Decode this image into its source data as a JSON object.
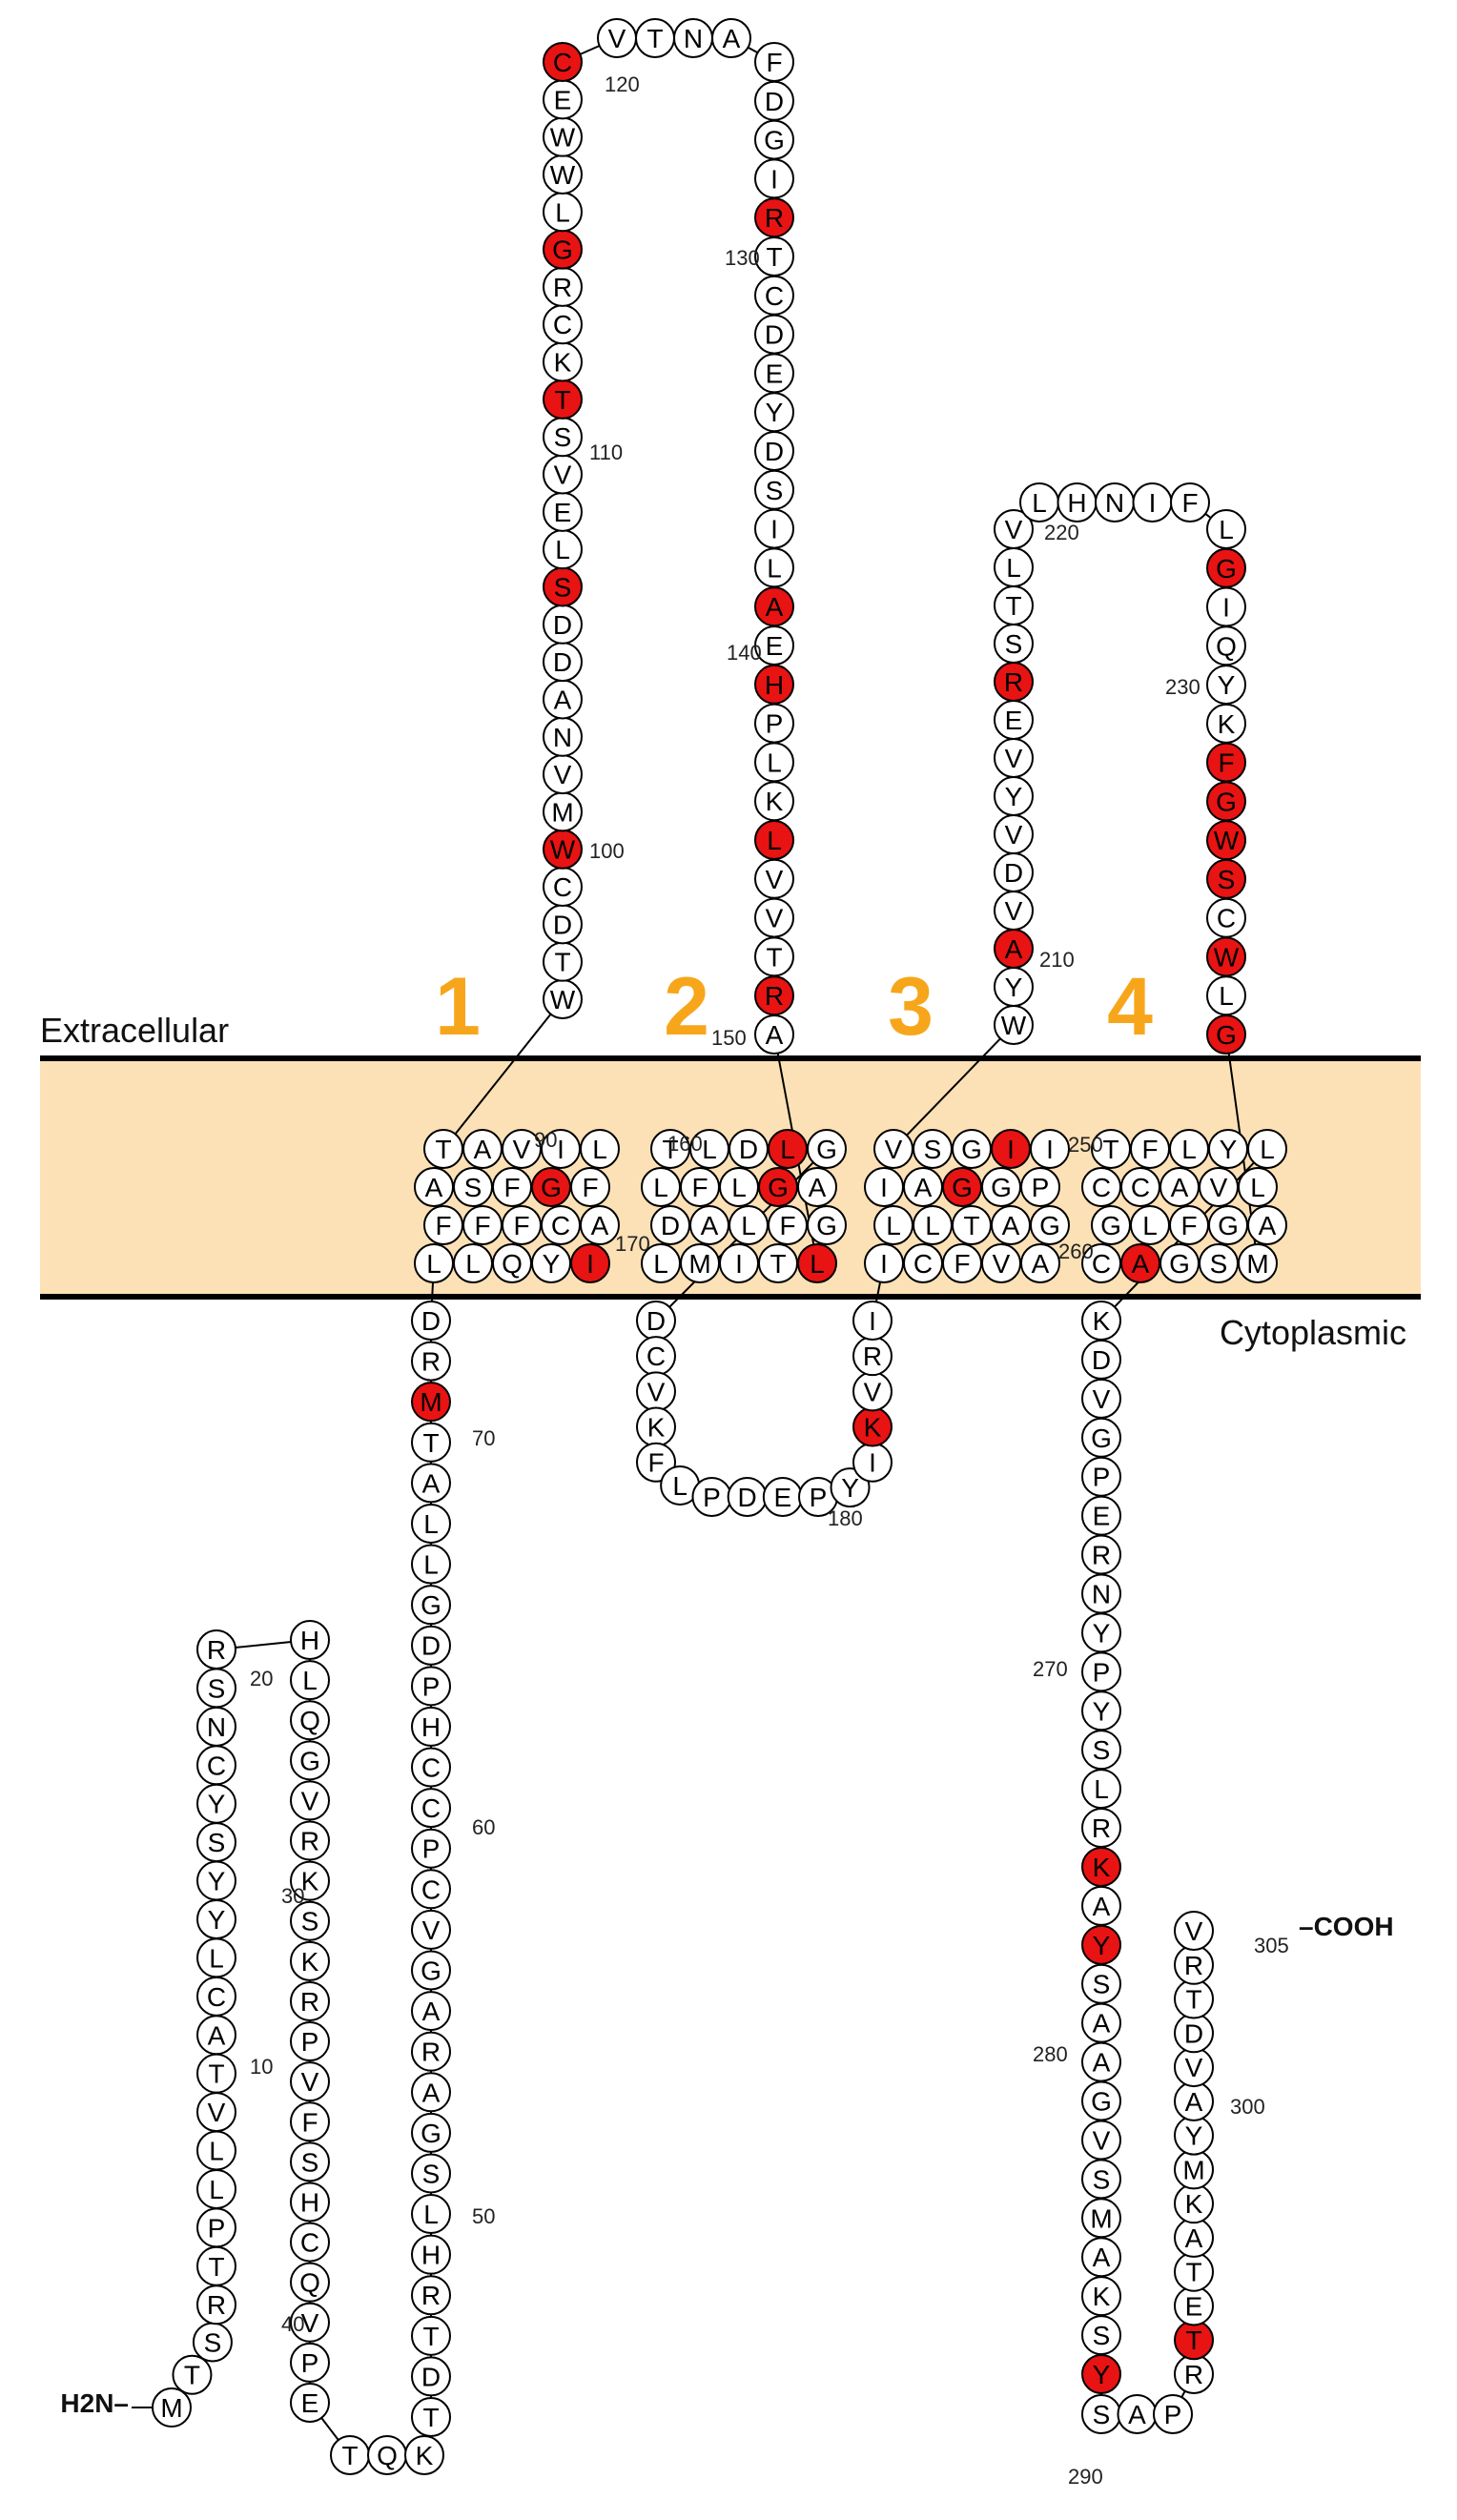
{
  "membrane": {
    "extracellular_label": "Extracellular",
    "cytoplasmic_label": "Cytoplasmic",
    "fill_color": "#FCE1B6",
    "line_color": "#000000"
  },
  "helix_color": "#F7A61B",
  "highlight_color": "#E81313",
  "helices": [
    "1",
    "2",
    "3",
    "4"
  ],
  "n_terminus": "H2N–",
  "c_terminus": "–COOH",
  "residue_number_labels": [
    "10",
    "20",
    "30",
    "40",
    "50",
    "60",
    "70",
    "90",
    "100",
    "110",
    "120",
    "130",
    "140",
    "150",
    "160",
    "170",
    "180",
    "210",
    "220",
    "230",
    "250",
    "260",
    "270",
    "280",
    "290",
    "300",
    "305"
  ],
  "segments": {
    "nterm_up": [
      "M",
      "T",
      "S",
      "R",
      "T",
      "P",
      "L",
      "L",
      "V",
      "T",
      "A",
      "C",
      "L",
      "Y",
      "Y",
      "S",
      "Y",
      "C",
      "N",
      "S",
      "R"
    ],
    "nterm_down": [
      "H",
      "L",
      "Q",
      "G",
      "V",
      "R",
      "K",
      "S",
      "K",
      "R",
      "P",
      "V",
      "F",
      "S",
      "H",
      "C",
      "Q",
      "V",
      "P",
      "E"
    ],
    "bottom_turn": [
      "T",
      "Q",
      "K"
    ],
    "linker_up": [
      "T",
      "D",
      "T",
      "R",
      "H",
      "L",
      "S",
      "G",
      "A",
      "R",
      "A",
      "G",
      "V",
      "C",
      "P",
      "C",
      "C",
      "H",
      "P",
      "D",
      "G",
      "L",
      "L",
      "A",
      "T",
      "M",
      "R",
      "D"
    ],
    "tm1": [
      "L",
      "L",
      "Q",
      "Y",
      "I",
      "A",
      "C",
      "F",
      "F",
      "F",
      "A",
      "S",
      "F",
      "G",
      "F",
      "L",
      "I",
      "V",
      "A",
      "T"
    ],
    "ecl1_up": [
      "W",
      "T",
      "D",
      "C",
      "W",
      "M",
      "V",
      "N",
      "A",
      "D",
      "D",
      "S",
      "L",
      "E",
      "V",
      "S",
      "T",
      "K",
      "C",
      "R",
      "G",
      "L",
      "W",
      "W",
      "E",
      "C"
    ],
    "ecl1_top": [
      "V",
      "T",
      "N",
      "A"
    ],
    "ecl1_down": [
      "F",
      "D",
      "G",
      "I",
      "R",
      "T",
      "C",
      "D",
      "E",
      "Y",
      "D",
      "S",
      "I",
      "L",
      "A",
      "E",
      "H",
      "P",
      "L",
      "K",
      "L",
      "V",
      "V",
      "T",
      "R",
      "A"
    ],
    "tm2": [
      "L",
      "T",
      "I",
      "M",
      "L",
      "D",
      "A",
      "L",
      "F",
      "G",
      "A",
      "G",
      "L",
      "F",
      "L",
      "T",
      "L",
      "D",
      "L",
      "G"
    ],
    "icl1": [
      "D",
      "C",
      "V",
      "K",
      "F",
      "L",
      "P",
      "D",
      "E",
      "P",
      "Y",
      "I",
      "K",
      "V",
      "R",
      "I"
    ],
    "tm3": [
      "I",
      "C",
      "F",
      "V",
      "A",
      "G",
      "A",
      "T",
      "L",
      "L",
      "I",
      "A",
      "G",
      "G",
      "P",
      "I",
      "I",
      "G",
      "S",
      "V"
    ],
    "ecl2_up": [
      "W",
      "Y",
      "A",
      "V",
      "D",
      "V",
      "Y",
      "V",
      "E",
      "R",
      "S",
      "T",
      "L",
      "V"
    ],
    "ecl2_top": [
      "L",
      "H",
      "N",
      "I",
      "F"
    ],
    "ecl2_down": [
      "L",
      "G",
      "I",
      "Q",
      "Y",
      "K",
      "F",
      "G",
      "W",
      "S",
      "C",
      "W",
      "L",
      "G"
    ],
    "tm4": [
      "M",
      "S",
      "G",
      "A",
      "C",
      "G",
      "L",
      "F",
      "G",
      "A",
      "L",
      "V",
      "A",
      "C",
      "C",
      "T",
      "F",
      "L",
      "Y",
      "L"
    ],
    "cterm_down": [
      "K",
      "D",
      "V",
      "G",
      "P",
      "E",
      "R",
      "N",
      "Y",
      "P",
      "Y",
      "S",
      "L",
      "R",
      "K",
      "A",
      "Y",
      "S",
      "A",
      "A",
      "G",
      "V",
      "S",
      "M",
      "A",
      "K",
      "S",
      "Y"
    ],
    "cterm_bottom": [
      "S",
      "A",
      "P"
    ],
    "cterm_up": [
      "R",
      "T",
      "E",
      "T",
      "A",
      "K",
      "M",
      "Y",
      "A",
      "V",
      "D",
      "T",
      "R",
      "V"
    ]
  },
  "highlighted": {
    "nterm_up": [],
    "nterm_down": [],
    "bottom_turn": [],
    "linker_up": [
      25
    ],
    "tm1": [
      4,
      13
    ],
    "ecl1_up": [
      4,
      11,
      16,
      20,
      25
    ],
    "ecl1_top": [],
    "ecl1_down": [
      4,
      14,
      16,
      20,
      24
    ],
    "tm2": [
      0,
      11,
      18
    ],
    "icl1": [
      12
    ],
    "tm3": [
      12,
      16
    ],
    "ecl2_up": [
      2,
      9
    ],
    "ecl2_top": [],
    "ecl2_down": [
      1,
      6,
      7,
      8,
      9,
      11,
      13
    ],
    "tm4": [
      3
    ],
    "cterm_down": [
      14,
      16,
      27
    ],
    "cterm_bottom": [],
    "cterm_up": [
      1
    ]
  }
}
